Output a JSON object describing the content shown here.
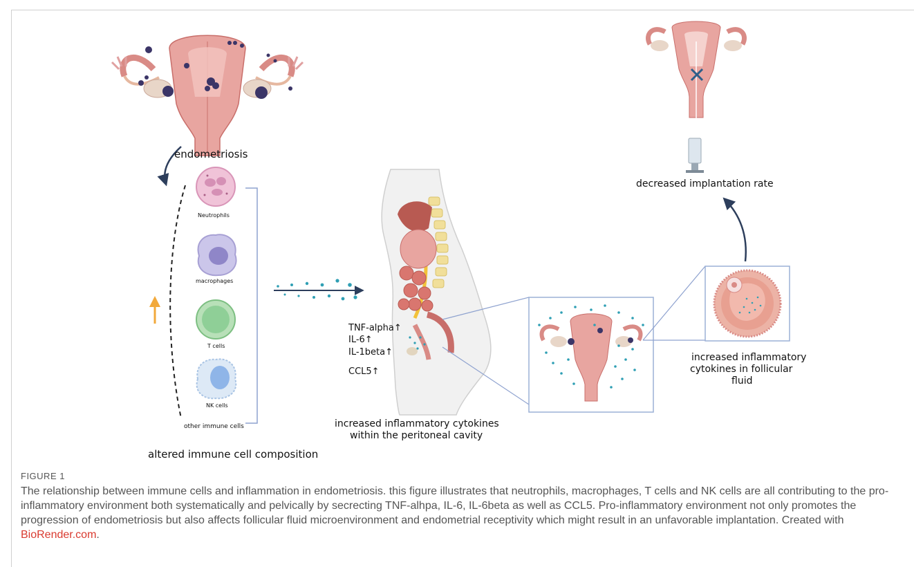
{
  "figure": {
    "endometriosis_label": "endometriosis",
    "cells": {
      "neutrophils": "Neutrophils",
      "macrophages": "macrophages",
      "t_cells": "T cells",
      "nk_cells": "NK cells",
      "other": "other immune cells"
    },
    "altered_label": "altered immune cell composition",
    "cytokines": [
      "TNF-alpha↑",
      "IL-6↑",
      "IL-1beta↑",
      "CCL5↑"
    ],
    "peritoneal_label_1": "increased inflammatory cytokines",
    "peritoneal_label_2": "within the peritoneal cavity",
    "follicular_label_1": "increased inflammatory",
    "follicular_label_2": "cytokines in follicular",
    "follicular_label_3": "fluid",
    "implantation_label": "decreased implantation rate"
  },
  "caption": {
    "heading": "FIGURE 1",
    "body": "The relationship between immune cells and inflammation in endometriosis. this figure illustrates that neutrophils, macrophages, T cells and NK cells are all contributing to the pro-inflammatory environment both systematically and pelvically by secrecting TNF-alhpa, IL-6, IL-6beta as well as CCL5. Pro-inflammatory environment not only promotes the progression of endometriosis but also affects follicular fluid microenvironment and endometrial receptivity which might result in an unfavorable implantation. Created with ",
    "link": "BioRender.com",
    "end": "."
  },
  "colors": {
    "uterus": "#e8a5a0",
    "uterus_dark": "#c86e6a",
    "lesion": "#3b3567",
    "cytokine_dot": "#2f9fb4",
    "arrow": "#2d3e5c",
    "orange_arrow": "#f2a93b",
    "box_border": "#9bb0d6"
  }
}
